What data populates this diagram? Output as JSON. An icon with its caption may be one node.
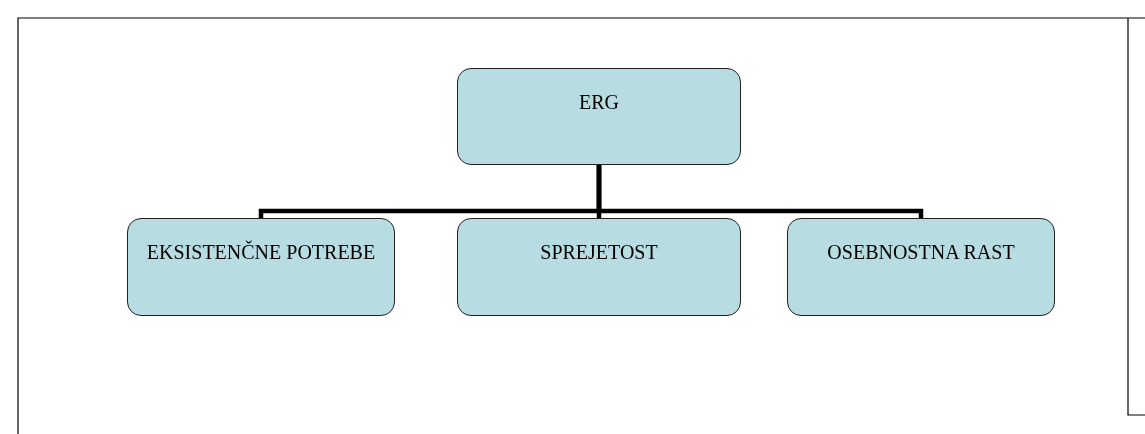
{
  "diagram": {
    "nodes": [
      {
        "text": [
          "ERG"
        ]
      },
      {
        "text": [
          "EKSISTENČNE POTREBE"
        ]
      },
      {
        "text": [
          "SPREJETOST"
        ]
      },
      {
        "text": [
          "OSEBNOSTNA RAST"
        ]
      }
    ],
    "edges": [
      {
        "from": 0,
        "to": 1,
        "arrow": "none"
      },
      {
        "from": 0,
        "to": 2,
        "arrow": "none"
      },
      {
        "from": 0,
        "to": 3,
        "arrow": "none"
      }
    ]
  }
}
